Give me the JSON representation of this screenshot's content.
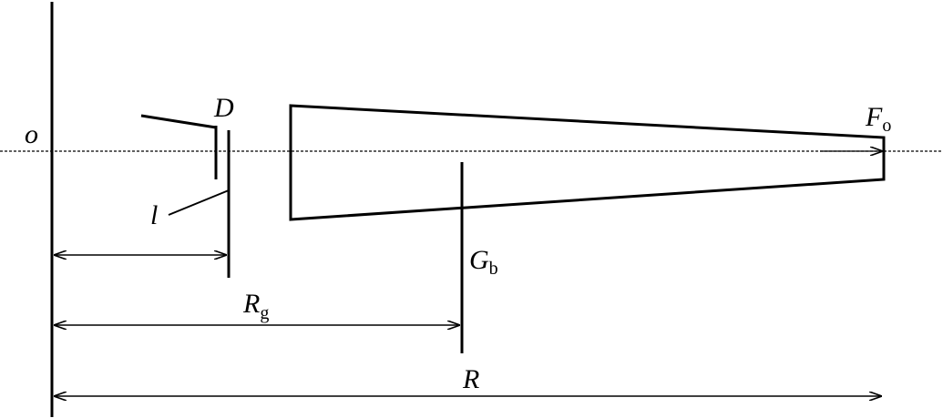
{
  "labels": {
    "origin": "o",
    "diaphragm": "D",
    "lens": "l",
    "grid_main": "G",
    "grid_sub": "b",
    "rg_main": "R",
    "rg_sub": "g",
    "r": "R",
    "focus_main": "F",
    "focus_sub": "o"
  }
}
